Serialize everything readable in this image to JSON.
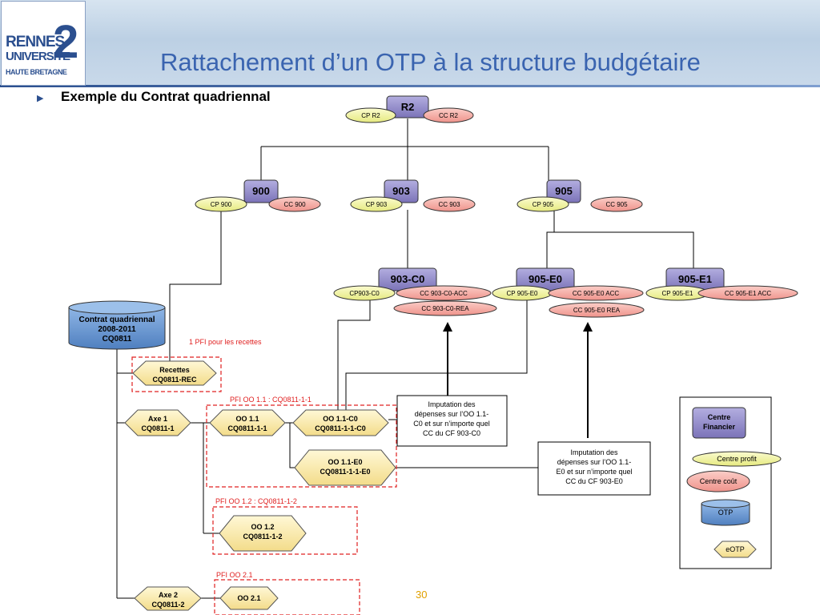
{
  "logo": {
    "line1": "RENNES",
    "line2": "UNIVERSITE",
    "line3": "HAUTE BRETAGNE",
    "number": "2"
  },
  "title": "Rattachement d’un OTP à la structure budgétaire",
  "subtitle": "Exemple du Contrat quadriennal",
  "page_number": "30",
  "colors": {
    "title": "#3a64b0",
    "cf": "#8e87c6",
    "cp": "#f3f5a8",
    "cc": "#f6aca4",
    "otp": "#5f8fcc",
    "eotp": "#f8ecaa",
    "pfi": "#e02020"
  },
  "nodes": {
    "r2": {
      "cf": "R2",
      "cp": "CP R2",
      "cc": "CC R2"
    },
    "n900": {
      "cf": "900",
      "cp": "CP 900",
      "cc": "CC 900"
    },
    "n903": {
      "cf": "903",
      "cp": "CP 903",
      "cc": "CC 903"
    },
    "n905": {
      "cf": "905",
      "cp": "CP 905",
      "cc": "CC 905"
    },
    "n903c0": {
      "cf": "903-C0",
      "cp": "CP903-C0",
      "cc": "CC 903-C0-ACC",
      "cc2": "CC 903-C0-REA"
    },
    "n905e0": {
      "cf": "905-E0",
      "cp": "CP 905-E0",
      "cc": "CC 905-E0 ACC",
      "cc2": "CC 905-E0 REA"
    },
    "n905e1": {
      "cf": "905-E1",
      "cp": "CP 905-E1",
      "cc": "CC 905-E1 ACC"
    }
  },
  "otp": {
    "line1": "Contrat quadriennal",
    "line2": "2008-2011",
    "line3": "CQ0811"
  },
  "eotp": {
    "recettes": {
      "line1": "Recettes",
      "line2": "CQ0811-REC"
    },
    "axe1": {
      "line1": "Axe 1",
      "line2": "CQ0811-1"
    },
    "oo11": {
      "line1": "OO 1.1",
      "line2": "CQ0811-1-1"
    },
    "oo11c0": {
      "line1": "OO 1.1-C0",
      "line2": "CQ0811-1-1-C0"
    },
    "oo11e0": {
      "line1": "OO 1.1-E0",
      "line2": "CQ0811-1-1-E0"
    },
    "oo12": {
      "line1": "OO 1.2",
      "line2": "CQ0811-1-2"
    },
    "axe2": {
      "line1": "Axe 2",
      "line2": "CQ0811-2"
    },
    "oo21": {
      "line1": "OO 2.1"
    }
  },
  "pfi_labels": {
    "recettes": "1 PFI pour les recettes",
    "oo11": "PFI OO 1.1 : CQ0811-1-1",
    "oo12": "PFI OO 1.2 : CQ0811-1-2",
    "oo21": "PFI OO 2.1"
  },
  "notes": {
    "c0": [
      "Imputation des",
      "dépenses sur l’OO 1.1-",
      "C0 et sur n’importe quel",
      "CC du CF 903-C0"
    ],
    "e0": [
      "Imputation des",
      "dépenses sur l’OO 1.1-",
      "E0 et sur n’importe quel",
      "CC du CF 903-E0"
    ]
  },
  "legend": {
    "cf": [
      "Centre",
      "Financier"
    ],
    "cp": "Centre profit",
    "cc": "Centre coût",
    "otp": "OTP",
    "eotp": "eOTP"
  }
}
